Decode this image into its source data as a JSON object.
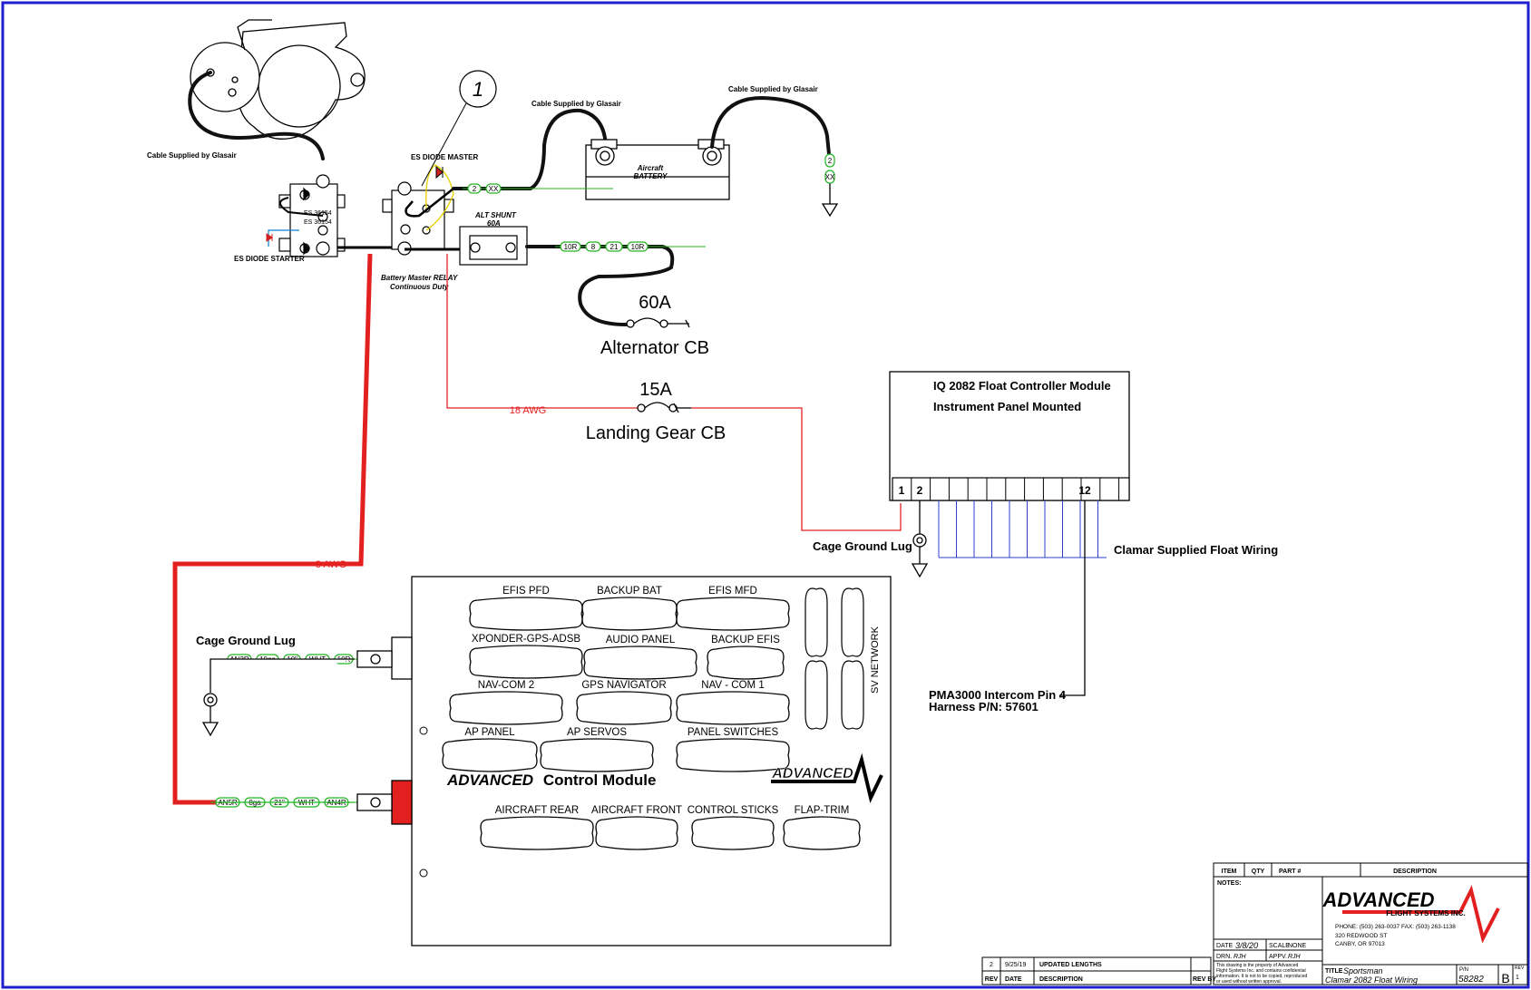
{
  "diagram": {
    "balloon": "1",
    "labels": {
      "cable_glasair_1": "Cable Supplied by Glasair",
      "cable_glasair_2": "Cable Supplied by Glasair",
      "cable_glasair_3": "Cable Supplied by Glasair",
      "es_diode_master": "ES DIODE MASTER",
      "es_diode_starter": "ES DIODE STARTER",
      "es_part_1": "ES 36154",
      "es_part_2": "ES 36154",
      "battery_line1": "Aircraft",
      "battery_line2": "BATTERY",
      "alt_shunt_1": "ALT SHUNT",
      "alt_shunt_2": "60A",
      "relay_line1": "Battery Master RELAY",
      "relay_line2": "Continuous Duty",
      "cb60_amp": "60A",
      "cb60_name": "Alternator CB",
      "cb15_amp": "15A",
      "cb15_name": "Landing Gear CB",
      "awg18": "18 AWG",
      "awg8": "8 AWG",
      "iq_title1": "IQ 2082 Float Controller Module",
      "iq_title2": "Instrument Panel Mounted",
      "pin1": "1",
      "pin2": "2",
      "pin12": "12",
      "cage_ground_right": "Cage Ground Lug",
      "cage_ground_left": "Cage Ground Lug",
      "clamar_wiring": "Clamar Supplied Float Wiring",
      "pma_line1": "PMA3000 Intercom Pin 4",
      "pma_line2": "Harness P/N: 57601",
      "module_brand": "ADVANCED",
      "module_name": "Control Module",
      "logo_text": "ADVANCED",
      "sv_network": "SV NETWORK"
    },
    "wire_tags": {
      "batt_pos": [
        "2",
        "XX"
      ],
      "ground_batt": [
        "2",
        "XX"
      ],
      "alt_out": [
        "10R",
        "8",
        "21",
        "10R"
      ],
      "cage_lug": [
        "AN3R",
        "10ga",
        "10\"",
        "WHT",
        "10R"
      ],
      "main_feed": [
        "AN5R",
        "8ga",
        "21\"",
        "WHT",
        "AN4R"
      ]
    },
    "connectors": [
      "EFIS PFD",
      "BACKUP BAT",
      "EFIS MFD",
      "XPONDER-GPS-ADSB",
      "AUDIO PANEL",
      "BACKUP EFIS",
      "NAV-COM 2",
      "GPS NAVIGATOR",
      "NAV - COM 1",
      "AP PANEL",
      "AP SERVOS",
      "PANEL SWITCHES",
      "AIRCRAFT REAR",
      "AIRCRAFT FRONT",
      "CONTROL STICKS",
      "FLAP-TRIM"
    ]
  },
  "title_block": {
    "hdr_item": "ITEM",
    "hdr_qty": "QTY",
    "hdr_part": "PART #",
    "hdr_desc": "DESCRIPTION",
    "notes": "NOTES:",
    "date_label": "DATE",
    "date_value": "3/8/20",
    "scale_label": "SCALE",
    "scale_value": "NONE",
    "drn_label": "DRN.",
    "drn_value": "RJH",
    "appv_label": "APPV.",
    "appv_value": "RJH",
    "property_note1": "This drawing is the property of Advanced",
    "property_note2": "Flight Systems Inc. and contains confidential",
    "property_note3": "information. It is not to be copied, reproduced",
    "property_note4": "or used without written approval.",
    "company_logo": "ADVANCED",
    "company_sub": "FLIGHT SYSTEMS INC.",
    "phone": "PHONE: (503) 263-0037  FAX: (503) 263-1138",
    "address1": "320 REDWOOD ST",
    "address2": "CANBY, OR 97013",
    "title_label": "TITLE",
    "title_line1": "Sportsman",
    "title_line2": "Clamar 2082 Float Wiring",
    "pn_label": "P/N",
    "pn_value": "58282",
    "rev_label": "REV",
    "rev_value": "B",
    "rev_code": "1",
    "rev_row_num": "2",
    "rev_row_date": "9/25/19",
    "rev_row_desc": "UPDATED LENGTHS",
    "rev_hdr_rev": "REV",
    "rev_hdr_date": "DATE",
    "rev_hdr_desc": "DESCRIPTION",
    "rev_hdr_by": "REV BY"
  },
  "colors": {
    "frame": "#1f1fcc",
    "power": "#e32020",
    "float_wiring": "#2f3fd0",
    "tag_green": "#22b422",
    "relay_yellow": "#e8d000",
    "diode_blue": "#0a7fd0"
  }
}
